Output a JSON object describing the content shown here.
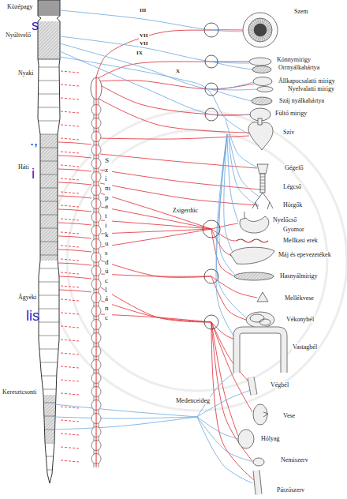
{
  "diagram": {
    "labels": [
      "Középagy",
      "III",
      "Szem",
      "s",
      "Nyúltvelő",
      "VII",
      "VII",
      "IX",
      "X",
      "Könnymirigy",
      "Orrnyálkahártya",
      "Nyaki",
      "Állkapocsalatti mirigy",
      "Nyelvalatti mirigy",
      "Száj nyálkahártya",
      "Fültő mirigy",
      "Szív",
      ".,",
      "Háti",
      "Gégefő",
      "i",
      "Szimpatikus dúclánc",
      "Légcső",
      "Hörgők",
      "Zsigerdúc",
      "Nyelőcső",
      "Gyomor",
      "Mellkasi erek",
      "Máj és epevezetékek",
      "Hasnyálmirigy",
      "Ágyéki",
      "Mellékvese",
      "lis",
      "Vékonybél",
      "Vastagbél",
      "Végbél",
      "Keresztcsonti",
      "Medenceideg",
      "Vese",
      "Hólyag",
      "Nemiszerv",
      "Párzószerv"
    ]
  }
}
